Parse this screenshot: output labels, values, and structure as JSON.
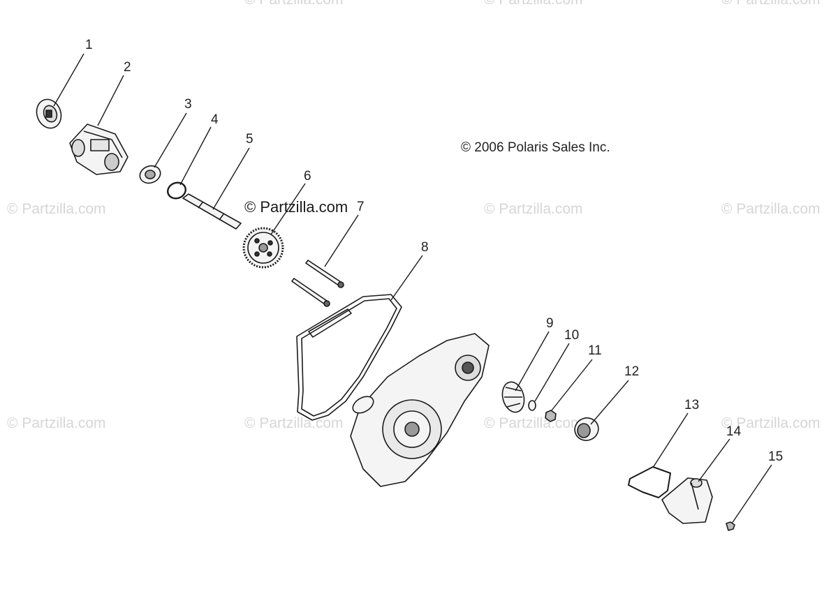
{
  "copyright": "2006 Polaris Sales Inc.",
  "brand": "Partzilla.com",
  "watermark": "Partzilla.com",
  "callouts": [
    "1",
    "2",
    "3",
    "4",
    "5",
    "6",
    "7",
    "8",
    "9",
    "10",
    "11",
    "12",
    "13",
    "14",
    "15"
  ]
}
